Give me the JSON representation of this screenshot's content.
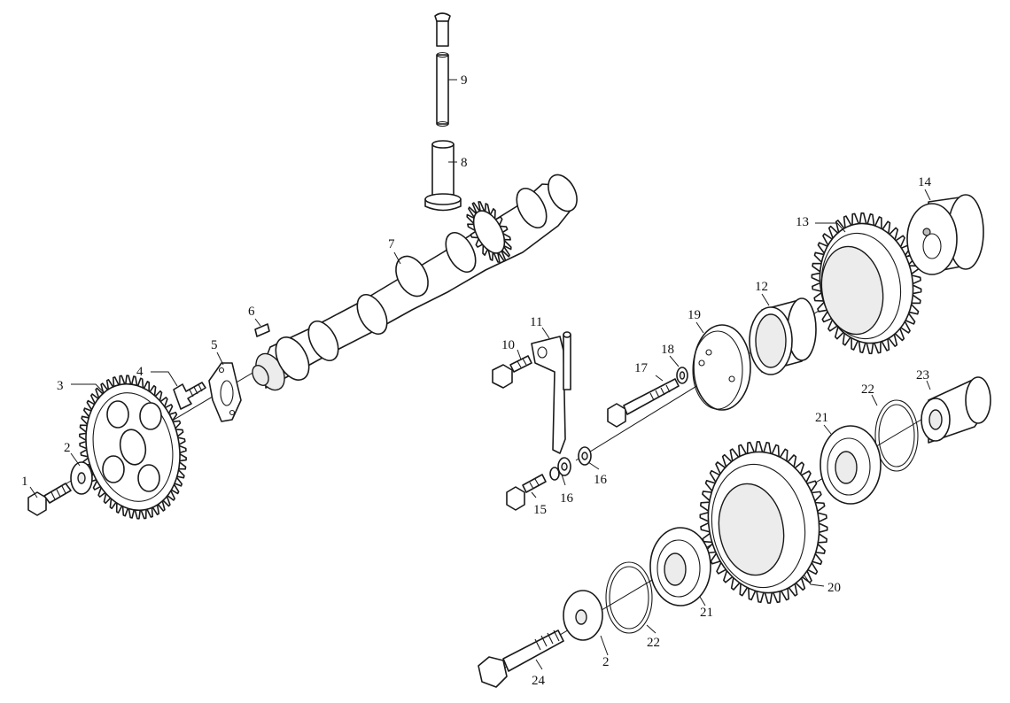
{
  "colors": {
    "line": "#1a1a1a",
    "fill": "#ffffff",
    "shade": "#ececec"
  },
  "callouts": [
    {
      "id": "c1",
      "label": "1"
    },
    {
      "id": "c2a",
      "label": "2"
    },
    {
      "id": "c3",
      "label": "3"
    },
    {
      "id": "c4",
      "label": "4"
    },
    {
      "id": "c5",
      "label": "5"
    },
    {
      "id": "c6",
      "label": "6"
    },
    {
      "id": "c7",
      "label": "7"
    },
    {
      "id": "c8",
      "label": "8"
    },
    {
      "id": "c9",
      "label": "9"
    },
    {
      "id": "c10",
      "label": "10"
    },
    {
      "id": "c11",
      "label": "11"
    },
    {
      "id": "c12",
      "label": "12"
    },
    {
      "id": "c13",
      "label": "13"
    },
    {
      "id": "c14",
      "label": "14"
    },
    {
      "id": "c15",
      "label": "15"
    },
    {
      "id": "c16a",
      "label": "16"
    },
    {
      "id": "c16b",
      "label": "16"
    },
    {
      "id": "c17",
      "label": "17"
    },
    {
      "id": "c18",
      "label": "18"
    },
    {
      "id": "c19",
      "label": "19"
    },
    {
      "id": "c20",
      "label": "20"
    },
    {
      "id": "c21a",
      "label": "21"
    },
    {
      "id": "c21b",
      "label": "21"
    },
    {
      "id": "c22a",
      "label": "22"
    },
    {
      "id": "c22b",
      "label": "22"
    },
    {
      "id": "c23",
      "label": "23"
    },
    {
      "id": "c24",
      "label": "24"
    },
    {
      "id": "c2b",
      "label": "2"
    }
  ]
}
